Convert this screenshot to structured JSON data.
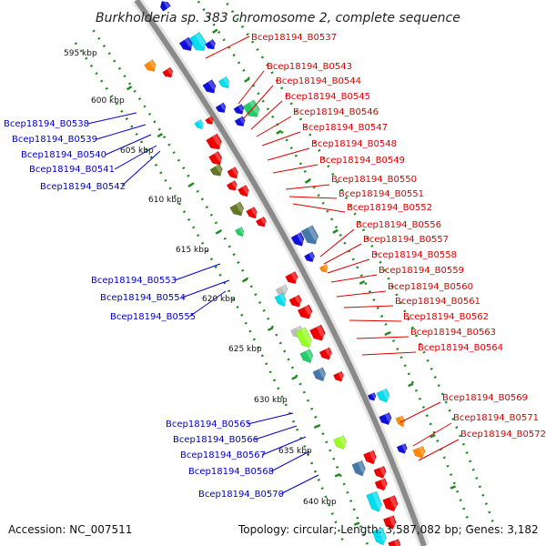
{
  "title": "Burkholderia sp. 383 chromosome 2, complete sequence",
  "accession": "Accession: NC_007511",
  "summary": "Topology: circular; Length: 3,587,082 bp; Genes: 3,182",
  "colors": {
    "backbone": "#8a8a8a",
    "gc_dots": "#1f8a1f",
    "label_blue": "#0000cc",
    "label_red": "#dd0000",
    "gene_red": "#ee0000",
    "gene_blue": "#1010dd",
    "gene_cyan": "#00ddee",
    "gene_green": "#22cc66",
    "gene_orange": "#ff8800",
    "gene_olive": "#667722",
    "gene_lime": "#99ff22",
    "gene_steel": "#4477aa",
    "gene_gray": "#c0c0c0"
  },
  "kbp_ticks": [
    "595 kbp",
    "600 kbp",
    "605 kbp",
    "610 kbp",
    "615 kbp",
    "620 kbp",
    "625 kbp",
    "630 kbp",
    "635 kbp",
    "640 kbp"
  ],
  "left_genes": [
    "Bcep18194_B0538",
    "Bcep18194_B0539",
    "Bcep18194_B0540",
    "Bcep18194_B0541",
    "Bcep18194_B0542",
    "Bcep18194_B0553",
    "Bcep18194_B0554",
    "Bcep18194_B0555",
    "Bcep18194_B0565",
    "Bcep18194_B0566",
    "Bcep18194_B0567",
    "Bcep18194_B0568",
    "Bcep18194_B0570"
  ],
  "right_genes": [
    "Bcep18194_B0537",
    "Bcep18194_B0543",
    "Bcep18194_B0544",
    "Bcep18194_B0545",
    "Bcep18194_B0546",
    "Bcep18194_B0547",
    "Bcep18194_B0548",
    "Bcep18194_B0549",
    "Bcep18194_B0550",
    "Bcep18194_B0551",
    "Bcep18194_B0552",
    "Bcep18194_B0556",
    "Bcep18194_B0557",
    "Bcep18194_B0558",
    "Bcep18194_B0559",
    "Bcep18194_B0560",
    "Bcep18194_B0561",
    "Bcep18194_B0562",
    "Bcep18194_B0563",
    "Bcep18194_B0564",
    "Bcep18194_B0569",
    "Bcep18194_B0571",
    "Bcep18194_B0572"
  ]
}
